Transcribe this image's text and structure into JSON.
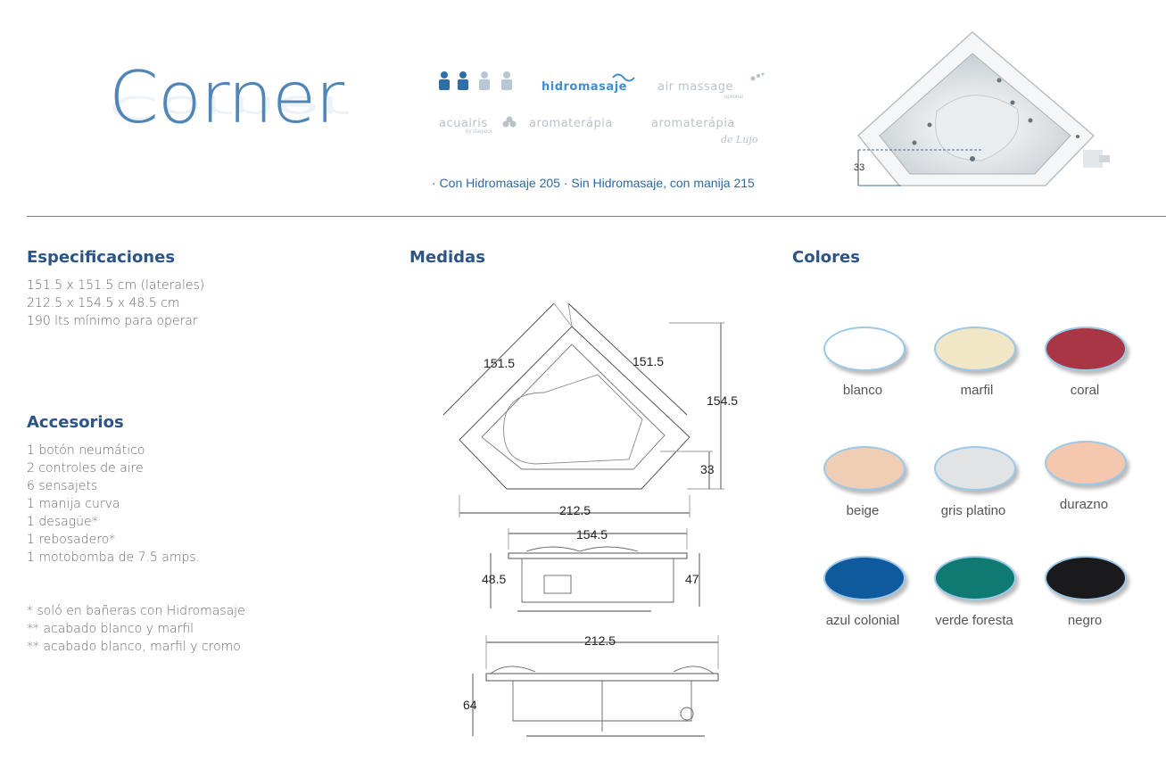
{
  "header": {
    "title": "Corner",
    "features": {
      "hidromasaje": "hidromasaje",
      "air_massage": "air massage",
      "air_massage_sub": "optional",
      "acuairis": "acuairis",
      "acuairis_sub": "by clarpool",
      "aromaterapia": "aromaterápia",
      "aromaterapia_lujo": "aromaterápia",
      "lujo_suffix": "de Lujo"
    },
    "models": "· Con Hidromasaje 205   · Sin Hidromasaje, con manija 215",
    "photo_dim": "33"
  },
  "especificaciones": {
    "heading": "Especificaciones",
    "lines": [
      "151.5 x 151.5 cm (laterales)",
      "212.5 x 154.5 x 48.5 cm",
      "190 lts mínimo para operar"
    ]
  },
  "accesorios": {
    "heading": "Accesorios",
    "lines": [
      "1 botón neumático",
      "2 controles de aire",
      "6 sensajets",
      "1 manija curva",
      "1 desagüe*",
      "1 rebosadero*",
      "1 motobomba de 7.5 amps."
    ]
  },
  "notes": [
    "* soló en bañeras con Hidromasaje",
    "** acabado blanco y marfil",
    "** acabado blanco, marfil y cromo"
  ],
  "medidas": {
    "heading": "Medidas",
    "top_left": "151.5",
    "top_right": "151.5",
    "right_height": "154.5",
    "right_small": "33",
    "bottom_width": "212.5",
    "side_width": "154.5",
    "side_left_height": "48.5",
    "side_right_height": "47",
    "front_width": "212.5",
    "front_height": "64"
  },
  "colores": {
    "heading": "Colores",
    "items": [
      {
        "name": "blanco",
        "color": "#ffffff"
      },
      {
        "name": "marfil",
        "color": "#f1e6c6"
      },
      {
        "name": "coral",
        "color": "#a93644"
      },
      {
        "name": "beige",
        "color": "#f0cdb5"
      },
      {
        "name": "gris platino",
        "color": "#e1e3e4"
      },
      {
        "name": "durazno",
        "color": "#f4c7ae"
      },
      {
        "name": "azul colonial",
        "color": "#0f5a9c"
      },
      {
        "name": "verde foresta",
        "color": "#0f7a72"
      },
      {
        "name": "negro",
        "color": "#1a1a1c"
      }
    ]
  }
}
